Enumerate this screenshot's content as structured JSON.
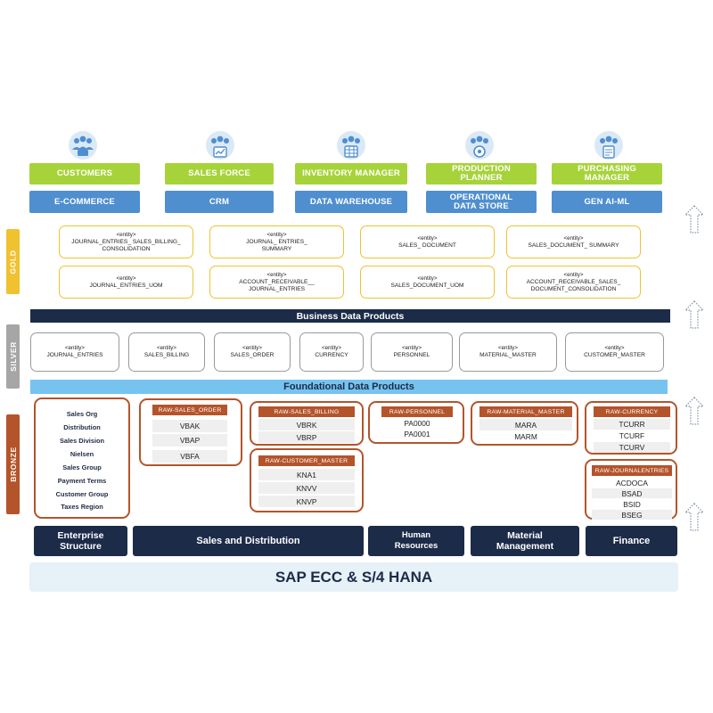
{
  "personas": [
    {
      "icon": "users-group-icon"
    },
    {
      "icon": "users-chart-icon"
    },
    {
      "icon": "users-warehouse-icon"
    },
    {
      "icon": "users-gear-icon"
    },
    {
      "icon": "users-document-icon"
    }
  ],
  "consumers": [
    "CUSTOMERS",
    "SALES FORCE",
    "INVENTORY MANAGER",
    "PRODUCTION PLANNER",
    "PURCHASING MANAGER"
  ],
  "systems": [
    "E-COMMERCE",
    "CRM",
    "DATA WAREHOUSE",
    "OPERATIONAL DATA STORE",
    "GEN AI-ML"
  ],
  "layers": {
    "gold": "GOLD",
    "silver": "SILVER",
    "bronze": "BRONZE"
  },
  "entity_tag": "<entity>",
  "gold_entities": [
    "JOURNAL_ENTRIES_ SALES_BILLING_ CONSOLIDATION",
    "JOURNAL_ ENTRIES_ SUMMARY",
    "SALES_ DOCUMENT",
    "SALES_DOCUMENT_ SUMMARY",
    "JOURNAL_ENTRIES_UOM",
    "ACCOUNT_RECEIVABLE__ JOURNAL_ENTRIES",
    "SALES_DOCUMENT_UOM",
    "ACCOUNT_RECEIVABLE_SALES_ DOCUMENT_CONSOLIDATION"
  ],
  "business_band": "Business Data Products",
  "silver_entities": [
    "JOURNAL_ENTRIES",
    "SALES_BILLING",
    "SALES_ORDER",
    "CURRENCY",
    "PERSONNEL",
    "MATERIAL_MASTER",
    "CUSTOMER_MASTER"
  ],
  "foundational_band": "Foundational Data Products",
  "enterprise_items": [
    "Sales Org",
    "Distribution",
    "Sales Division",
    "Nielsen",
    "Sales Group",
    "Payment Terms",
    "Customer Group",
    "Taxes Region"
  ],
  "raw_groups": [
    {
      "title": "RAW-SALES_ORDER",
      "items": [
        "VBAK",
        "VBAP",
        "VBFA"
      ]
    },
    {
      "title": "RAW-SALES_BILLING",
      "items": [
        "VBRK",
        "VBRP"
      ]
    },
    {
      "title": "RAW-CUSTOMER_MASTER",
      "items": [
        "KNA1",
        "KNVV",
        "KNVP"
      ]
    },
    {
      "title": "RAW-PERSONNEL",
      "items": [
        "PA0000",
        "PA0001"
      ]
    },
    {
      "title": "RAW-MATERIAL_MASTER",
      "items": [
        "MARA",
        "MARM"
      ]
    },
    {
      "title": "RAW-CURRENCY",
      "items": [
        "TCURR",
        "TCURF",
        "TCURV"
      ]
    },
    {
      "title": "RAW-JOURNALENTRIES",
      "items": [
        "ACDOCA",
        "BSAD",
        "BSID",
        "BSEG"
      ]
    }
  ],
  "modules": [
    "Enterprise Structure",
    "Sales and Distribution",
    "Human Resources",
    "Material Management",
    "Finance"
  ],
  "platform": "SAP ECC & S/4 HANA",
  "colors": {
    "gold": "#f0c230",
    "silver": "#a6a6a6",
    "bronze": "#b4542b",
    "green": "#a7d33a",
    "blue": "#4f8fcf",
    "navy": "#1c2b48",
    "light_blue": "#76c3ef",
    "platform_bg": "#e6f1f8",
    "platform_text": "#1c2b48"
  }
}
